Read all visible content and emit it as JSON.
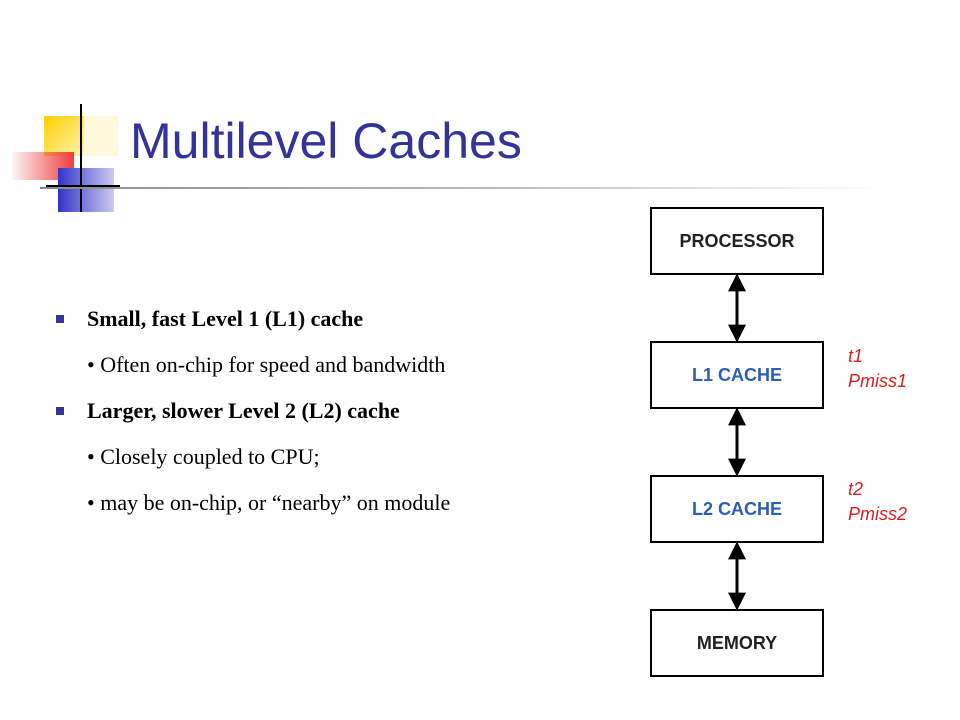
{
  "slide": {
    "title": "Multilevel Caches",
    "bullets": [
      {
        "level": 1,
        "text": "Small, fast Level 1 (L1) cache"
      },
      {
        "level": 2,
        "text": "• Often on-chip for speed and bandwidth"
      },
      {
        "level": 1,
        "text": "Larger, slower Level 2 (L2) cache"
      },
      {
        "level": 2,
        "text": "• Closely coupled to CPU;"
      },
      {
        "level": 2,
        "text": "• may be on-chip, or “nearby” on module"
      }
    ],
    "diagram": {
      "boxes": [
        "PROCESSOR",
        "L1 CACHE",
        "L2 CACHE",
        "MEMORY"
      ],
      "box_label_colors": [
        "#222222",
        "#2a5fb3",
        "#2a5fb3",
        "#222222"
      ],
      "annotations": [
        {
          "line1": "t1",
          "line2": "Pmiss1"
        },
        {
          "line1": "t2",
          "line2": "Pmiss2"
        }
      ]
    },
    "colors": {
      "title": "#333399",
      "bullet_marker": "#333399",
      "annotation": "#d81e1e",
      "deco_yellow": "#fdd000",
      "deco_blue": "#3333cc",
      "deco_red": "#ee3333"
    }
  }
}
